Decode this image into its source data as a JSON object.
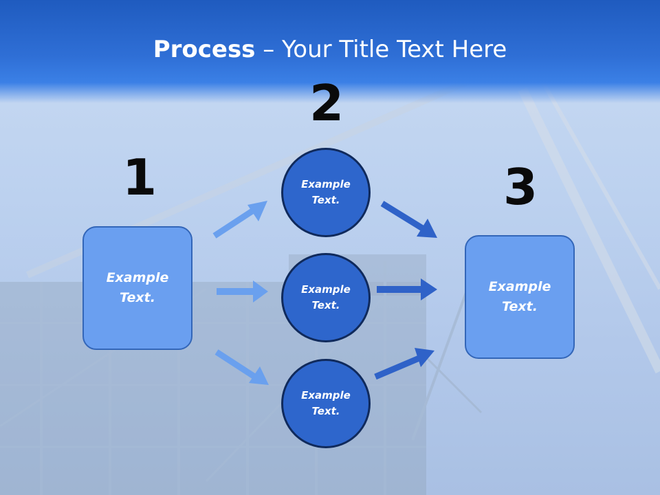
{
  "title": {
    "bold": "Process",
    "rest": " – Your Title Text Here"
  },
  "steps": {
    "one": "1",
    "two": "2",
    "three": "3"
  },
  "left_box": {
    "text": "Example Text."
  },
  "right_box": {
    "text": "Example Text."
  },
  "circles": [
    {
      "text": "Example Text."
    },
    {
      "text": "Example Text."
    },
    {
      "text": "Example Text."
    }
  ],
  "colors": {
    "header": "#2f6fd6",
    "box_fill": "#6a9ff0",
    "circle_fill": "#2e66cc",
    "arrow_light": "#6aa0ee",
    "arrow_dark": "#2f62c8"
  }
}
